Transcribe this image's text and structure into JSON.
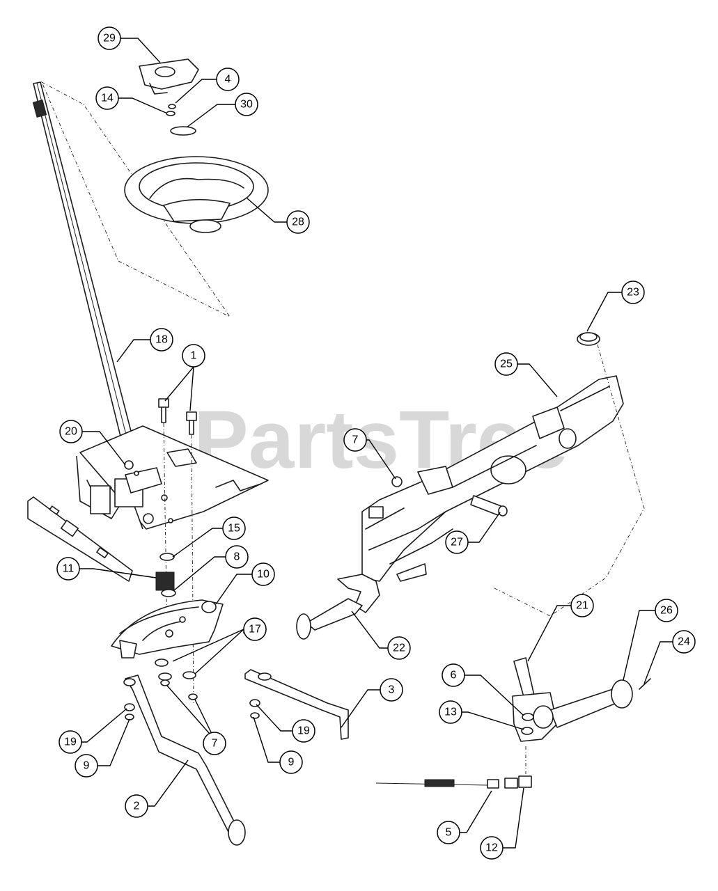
{
  "watermark": {
    "text": "PartsTree",
    "trademark": "™"
  },
  "callouts": [
    "1",
    "2",
    "3",
    "4",
    "5",
    "6",
    "7",
    "8",
    "9",
    "10",
    "11",
    "12",
    "13",
    "14",
    "15",
    "17",
    "18",
    "19",
    "20",
    "21",
    "22",
    "23",
    "24",
    "25",
    "26",
    "27",
    "28",
    "29",
    "30"
  ]
}
